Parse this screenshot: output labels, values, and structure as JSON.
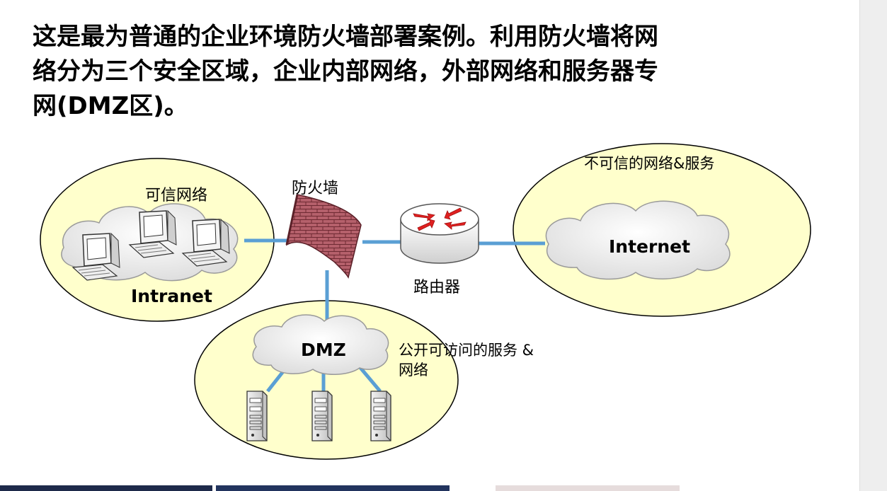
{
  "heading": {
    "line1": "这是最为普通的企业环境防火墙部署案例。利用防火墙将网",
    "line2": "络分为三个安全区域，企业内部网络，外部网络和服务器专",
    "line3": "网(DMZ区)。"
  },
  "diagram": {
    "trusted_zone_label": "可信网络",
    "intranet_label": "Intranet",
    "firewall_label": "防火墙",
    "router_label": "路由器",
    "untrusted_zone_label": "不可信的网络&服务",
    "internet_label": "Internet",
    "dmz_label": "DMZ",
    "dmz_desc_line1": "公开可访问的服务 &",
    "dmz_desc_line2": "网络"
  },
  "colors": {
    "zone_fill": "#ffffcc",
    "link": "#5a9fd4",
    "firewall_brick": "#b5606b",
    "router_arrow": "#e02020"
  }
}
